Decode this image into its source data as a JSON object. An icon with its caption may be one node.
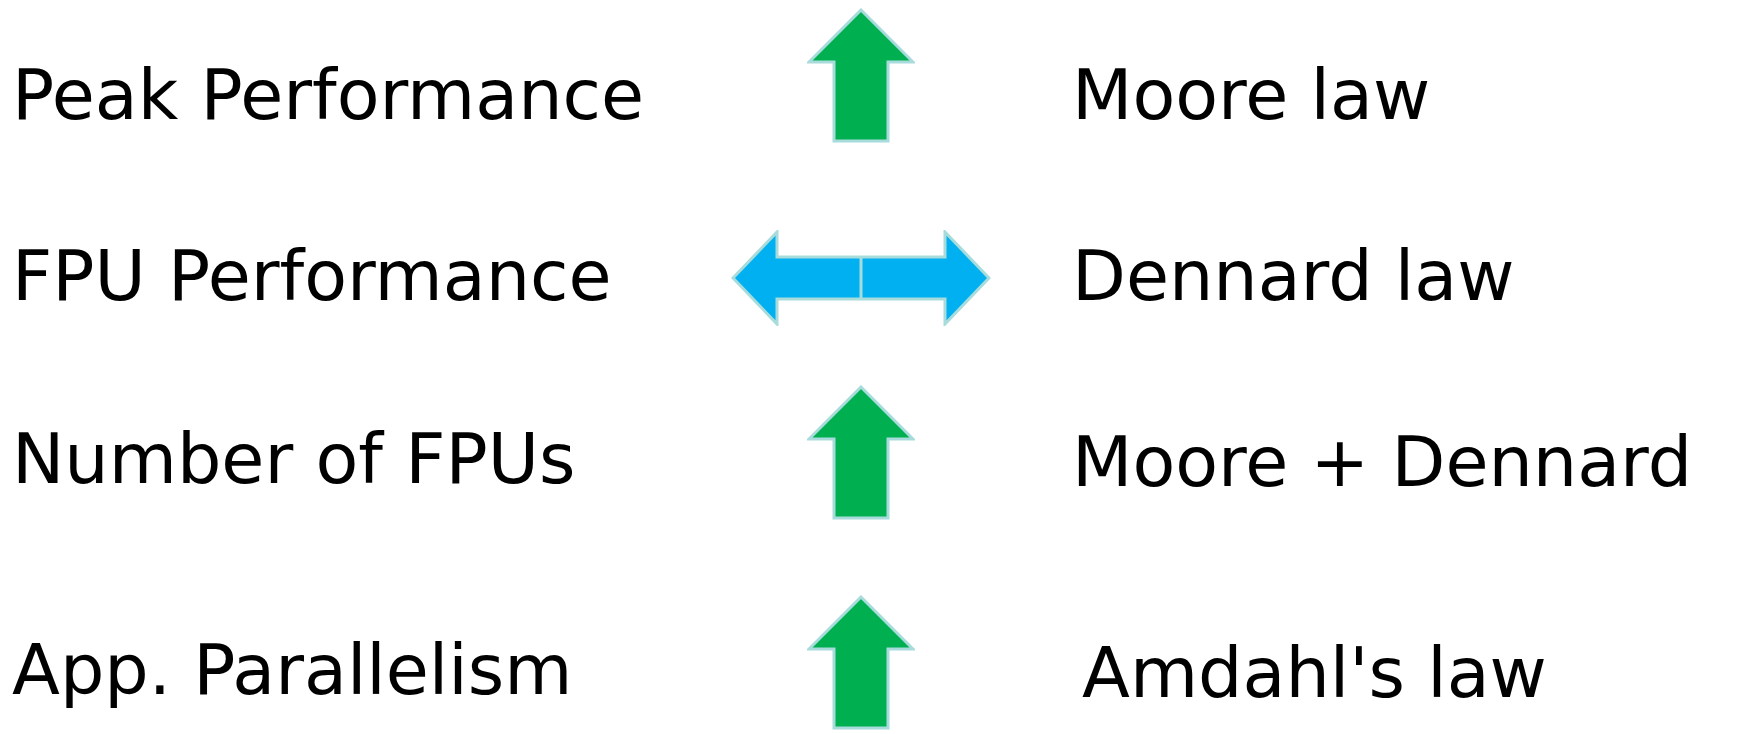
{
  "diagram": {
    "labels": [
      "Peak Performance",
      "Moore law",
      "FPU Performance",
      "Dennard law",
      "Number of FPUs",
      "Moore + Dennard",
      "App. Parallelism",
      "Amdahl's law"
    ]
  }
}
